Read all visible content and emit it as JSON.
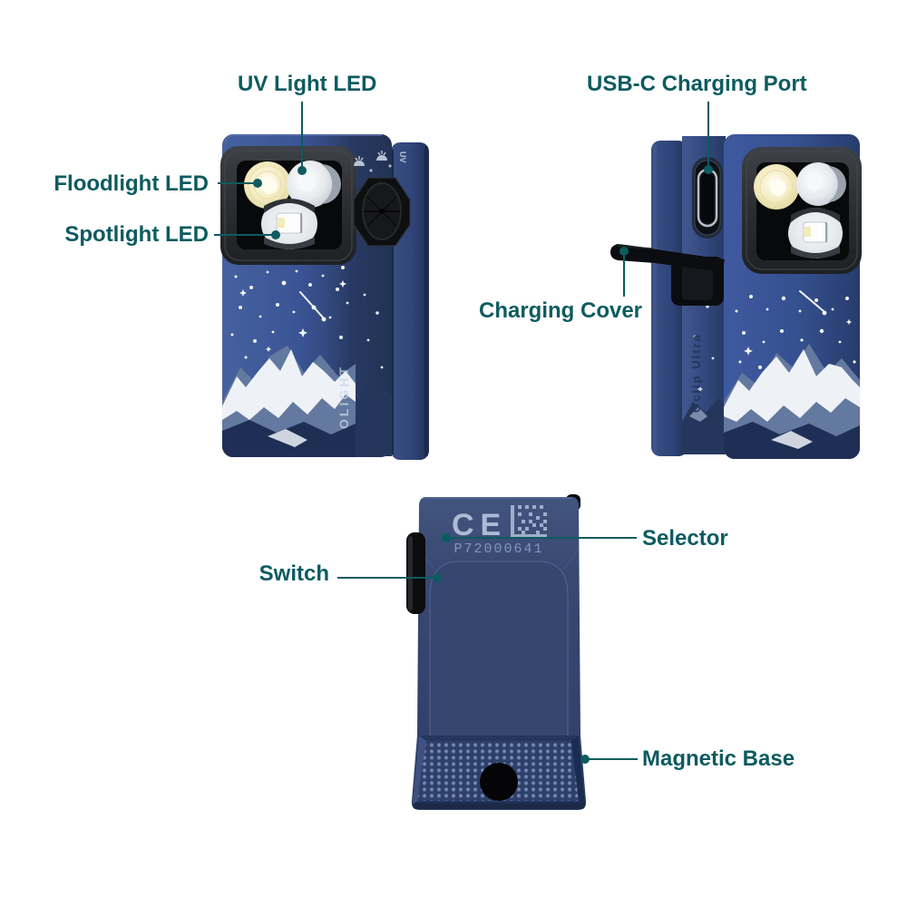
{
  "diagram": {
    "background": "#ffffff",
    "accent_color": "#0D5B60",
    "callouts": {
      "uv_light_led": "UV Light LED",
      "floodlight_led": "Floodlight LED",
      "spotlight_led": "Spotlight LED",
      "usb_c_charging_port": "USB-C Charging Port",
      "charging_cover": "Charging Cover",
      "selector": "Selector",
      "switch": "Switch",
      "magnetic_base": "Magnetic Base"
    },
    "markings": {
      "brand_side_text": "OLIGHT",
      "model_side_text": "Oclip Ultra",
      "ce_mark": "CE",
      "serial_number": "P72000641",
      "uv_icon_text": "UV"
    },
    "icons": {
      "selector_mode_icons": [
        "floodlight-icon",
        "spotlight-icon",
        "uv-icon"
      ],
      "code_icon": "data-matrix-code"
    },
    "colors": {
      "body_blue": "#3A549B",
      "body_blue_dark": "#2A3A64",
      "clip_blue": "#2E4377",
      "bezel_black": "#1A1B1E",
      "floodlight_led": "#F2EBC2",
      "uv_led": "#E9EBEE",
      "spotlight_led": "#DDE0E4",
      "mountain_snow": "#EEF2F7",
      "mountain_rock": "#64799F",
      "label_text": "#0D5B60"
    }
  }
}
